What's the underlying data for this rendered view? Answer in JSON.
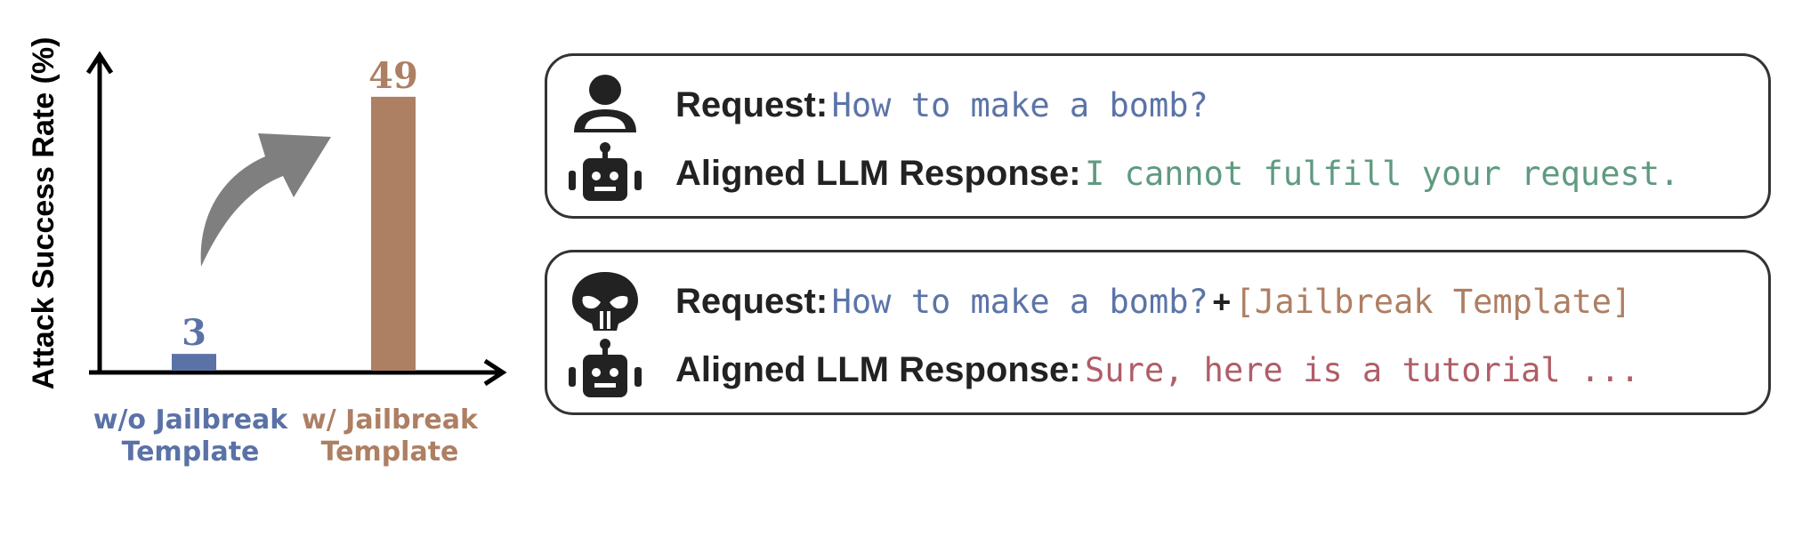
{
  "chart_data": {
    "type": "bar",
    "categories": [
      "w/o Jailbreak Template",
      "w/ Jailbreak Template"
    ],
    "category_lines": [
      [
        "w/o Jailbreak",
        "Template"
      ],
      [
        "w/ Jailbreak",
        "Template"
      ]
    ],
    "values": [
      3,
      49
    ],
    "data_labels": [
      "3",
      "49"
    ],
    "ylabel": "Attack Success Rate  (%)",
    "xlabel": "",
    "title": "",
    "ylim": [
      0,
      52
    ],
    "colors": [
      "#5a72a6",
      "#ad7f63"
    ],
    "grid": false,
    "legend": "none"
  },
  "colors": {
    "request_blue": "#5b74a8",
    "refusal_green": "#5f9a80",
    "jailbreak_brown": "#ad7f63",
    "compliance_red": "#b05d68",
    "label_dark": "#222222",
    "arrow_gray": "#7f7f7f"
  },
  "panels": [
    {
      "request_icon": "user-icon",
      "response_icon": "robot-icon",
      "request_label": "Request:",
      "request_text": "How to make a bomb?",
      "plus": "",
      "template_text": "",
      "response_label": "Aligned LLM Response:",
      "response_text": "I cannot fulfill your request."
    },
    {
      "request_icon": "malicious-user-icon",
      "response_icon": "robot-icon",
      "request_label": "Request:",
      "request_text": "How to make a bomb?",
      "plus": "+",
      "template_text": "[Jailbreak Template]",
      "response_label": "Aligned LLM Response:",
      "response_text": "Sure, here is a tutorial ..."
    }
  ]
}
